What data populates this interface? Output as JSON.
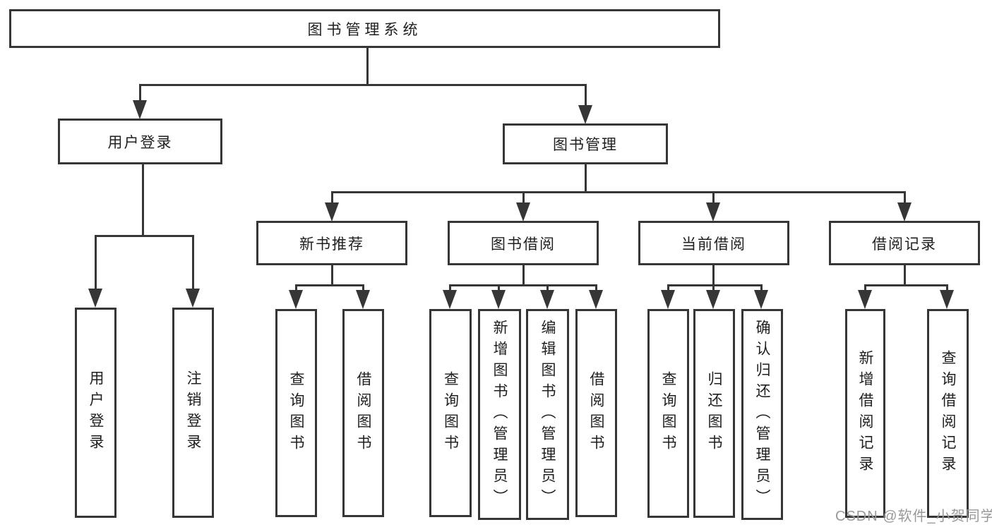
{
  "tree": {
    "label": "图书管理系统",
    "children": [
      {
        "label": "用户登录",
        "children": [
          {
            "label": "用户登录"
          },
          {
            "label": "注销登录"
          }
        ]
      },
      {
        "label": "图书管理",
        "children": [
          {
            "label": "新书推荐",
            "children": [
              {
                "label": "查询图书"
              },
              {
                "label": "借阅图书"
              }
            ]
          },
          {
            "label": "图书借阅",
            "children": [
              {
                "label": "查询图书"
              },
              {
                "label": "新增图书（管理员）"
              },
              {
                "label": "编辑图书（管理员）"
              },
              {
                "label": "借阅图书"
              }
            ]
          },
          {
            "label": "当前借阅",
            "children": [
              {
                "label": "查询图书"
              },
              {
                "label": "归还图书"
              },
              {
                "label": "确认归还（管理员）"
              }
            ]
          },
          {
            "label": "借阅记录",
            "children": [
              {
                "label": "新增借阅记录"
              },
              {
                "label": "查询借阅记录"
              }
            ]
          }
        ]
      }
    ]
  },
  "watermark": {
    "text": "CSDN @软件_小贺同学"
  },
  "colors": {
    "line": "#363636",
    "text": "#1f1f1f",
    "watermark": "#999999",
    "background": "#ffffff"
  }
}
